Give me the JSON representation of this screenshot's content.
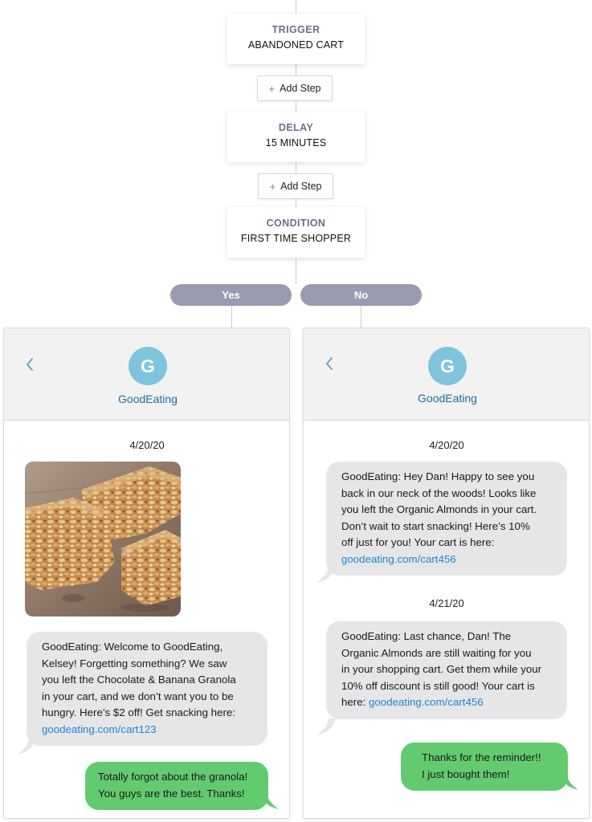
{
  "flow": {
    "trigger": {
      "label": "TRIGGER",
      "value": "ABANDONED CART"
    },
    "add_step_1": "Add Step",
    "delay": {
      "label": "DELAY",
      "value": "15 MINUTES"
    },
    "add_step_2": "Add Step",
    "condition": {
      "label": "CONDITION",
      "value": "FIRST TIME SHOPPER"
    },
    "branches": {
      "yes": "Yes",
      "no": "No"
    }
  },
  "colors": {
    "node_label": "#6d6c92",
    "pill": "#9a9ab0",
    "avatar": "#7ec4dc",
    "contact_name": "#1d6f9a",
    "incoming_bubble": "#e6e6e8",
    "outgoing_bubble": "#62cb6f",
    "link": "#1c86d8",
    "plus_icon": "#3aa84c"
  },
  "phone_yes": {
    "avatar_letter": "G",
    "contact_name": "GoodEating",
    "date": "4/20/20",
    "image": "granola-bars-photo",
    "message_in": {
      "line1": "GoodEating: Welcome to GoodEating,",
      "line2": "Kelsey! Forgetting something? We saw",
      "line3": "you left the Chocolate & Banana Granola",
      "line4": "in your cart, and we don’t want you to be",
      "line5": "hungry. Here’s $2 off! Get snacking here:",
      "link": "goodeating.com/cart123"
    },
    "message_out": {
      "line1": "Totally forgot about the granola!",
      "line2": "You guys are the best. Thanks!"
    }
  },
  "phone_no": {
    "avatar_letter": "G",
    "contact_name": "GoodEating",
    "date_1": "4/20/20",
    "message_1": {
      "line1": "GoodEating: Hey Dan! Happy to see you",
      "line2": "back in our neck of the woods! Looks like",
      "line3": "you left the Organic Almonds in your cart.",
      "line4": "Don’t wait to start snacking! Here’s 10%",
      "line5": "off just for you! Your cart is here:",
      "link": "goodeating.com/cart456"
    },
    "date_2": "4/21/20",
    "message_2": {
      "line1": "GoodEating: Last chance, Dan! The",
      "line2": "Organic Almonds are still waiting for you",
      "line3": "in your shopping cart. Get them while your",
      "line4": "10% off discount is still good! Your cart is",
      "line5_prefix": "here: ",
      "link": "goodeating.com/cart456"
    },
    "message_out": {
      "line1": "Thanks for the reminder!!",
      "line2": "I just bought them!"
    }
  }
}
